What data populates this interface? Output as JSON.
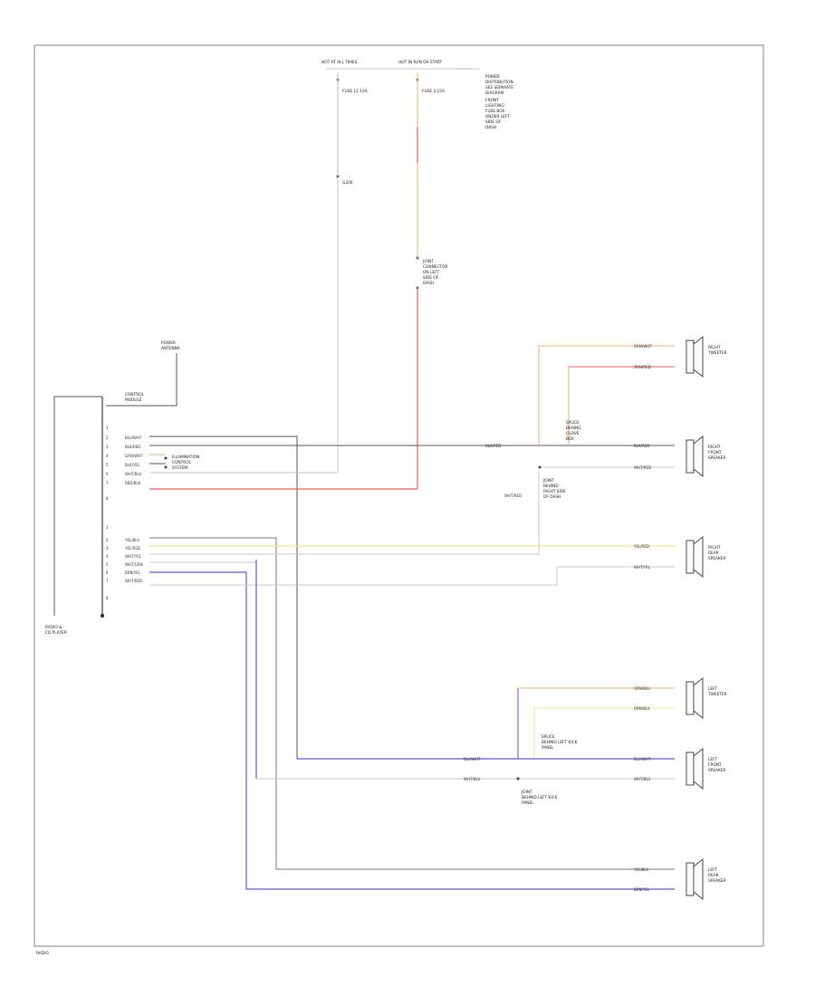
{
  "diagram": {
    "colors": {
      "frame": "#9a9a9a",
      "black": "#555555",
      "red": "#f05a5a",
      "orange": "#f5b070",
      "yellow": "#eaea90",
      "blue": "#5a5adc",
      "gray": "#c8c8c8",
      "green": "#9ad87a"
    },
    "top": {
      "hot_at_all_times": "HOT AT ALL TIMES",
      "hot_run_start": "HOT IN RUN OR START",
      "fuse_a": "FUSE 12 10A",
      "fuse_b": "FUSE 3 15A",
      "ground": "G200",
      "radio_fuse_label": [
        "FRONT",
        "LIGHTING",
        "FUSE BOX",
        "UNDER LEFT",
        "SIDE OF",
        "DASH"
      ],
      "junction_label": [
        "JOINT",
        "CONNECTOR",
        "ON LEFT",
        "SIDE OF",
        "DASH"
      ],
      "power_label": [
        "POWER",
        "DISTRIBUTION",
        "SEE SEPARATE",
        "DIAGRAM"
      ],
      "antenna_label": [
        "POWER",
        "ANTENNA",
        "CONTROL",
        "MODULE"
      ]
    },
    "radio": {
      "ref": "RADIO",
      "name": [
        "RADIO &",
        "CD PLAYER"
      ],
      "upper_pins": [
        "1",
        "2",
        "3",
        "4",
        "5",
        "6",
        "7",
        "8"
      ],
      "upper_wires": [
        "BLU/WHT",
        "BLK/RED",
        "GRN/WHT",
        "BLK/YEL",
        "WHT/BLU",
        "RED/BLK"
      ],
      "lower_pins": [
        "1",
        "2",
        "3",
        "4",
        "5",
        "6",
        "7",
        "8"
      ],
      "lower_wires": [
        "YEL/BLU",
        "YEL/RED",
        "WHT/YEL",
        "WHT/GRN",
        "BRN/YEL",
        "WHT/RED"
      ],
      "ground_note": [
        "ILLUMINATION",
        "CONTROL",
        "SYSTEM"
      ]
    },
    "right": {
      "front_tweeter": [
        "RIGHT",
        "TWEETER"
      ],
      "front_speaker": [
        "RIGHT",
        "FRONT",
        "SPEAKER"
      ],
      "rear_speaker": [
        "RIGHT",
        "REAR",
        "SPEAKER"
      ],
      "tweeter_wires": [
        "ORN/WHT",
        "ORN/RED"
      ],
      "speaker_wires": [
        "BLK/RED",
        "WHT/RED"
      ],
      "rear_wires": [
        "YEL/RED",
        "WHT/YEL"
      ],
      "splice_label": [
        "SPLICE",
        "BEHIND",
        "GLOVE",
        "BOX"
      ],
      "junction2_label": [
        "JOINT",
        "BEHIND",
        "RIGHT SIDE",
        "OF DASH"
      ]
    },
    "left": {
      "front_tweeter": [
        "LEFT",
        "TWEETER"
      ],
      "front_speaker": [
        "LEFT",
        "FRONT",
        "SPEAKER"
      ],
      "rear_speaker": [
        "LEFT",
        "REAR",
        "SPEAKER"
      ],
      "tweeter_wires": [
        "ORN/BLU",
        "ORN/BLK"
      ],
      "speaker_wires": [
        "BLU/WHT",
        "WHT/BLU"
      ],
      "rear_wires": [
        "YEL/BLU",
        "BRN/YEL"
      ],
      "splice_label": [
        "SPLICE",
        "BEHIND LEFT KICK",
        "PANEL"
      ],
      "junction2_label": [
        "JOINT",
        "BEHIND LEFT KICK",
        "PANEL"
      ]
    },
    "footer": "RADIO"
  }
}
